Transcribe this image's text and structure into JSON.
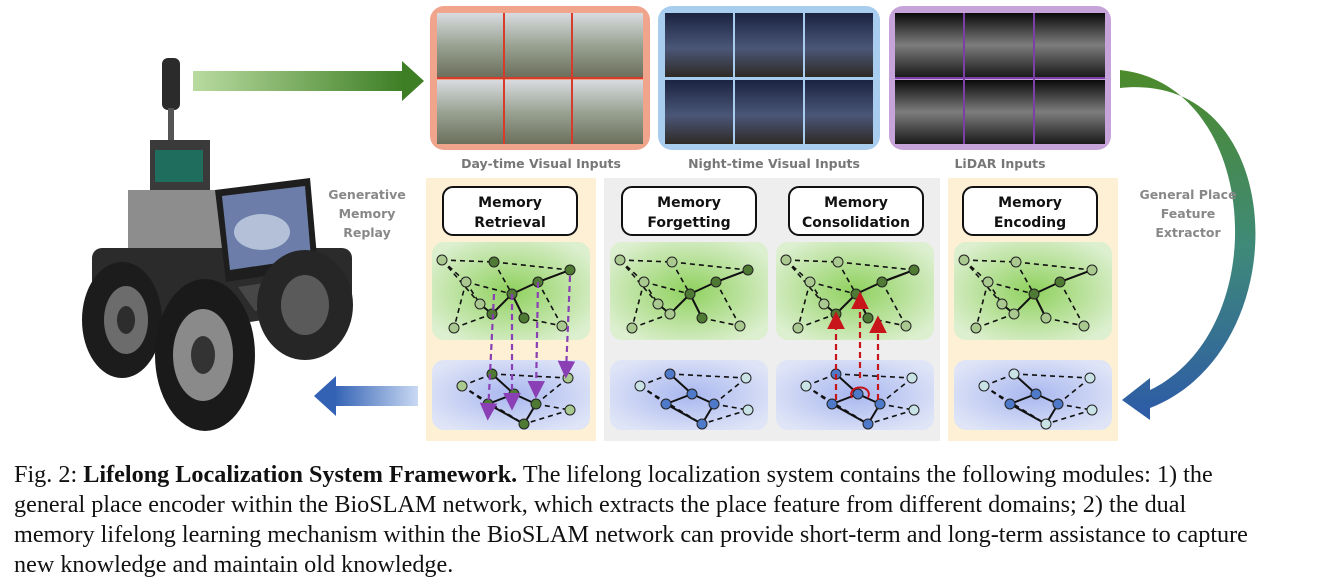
{
  "figure": {
    "panels": {
      "day_caption": "Day-time Visual Inputs",
      "night_caption": "Night-time Visual Inputs",
      "lidar_caption": "LiDAR Inputs"
    },
    "modules": {
      "retrieval": [
        "Memory",
        "Retrieval"
      ],
      "forgetting": [
        "Memory",
        "Forgetting"
      ],
      "consolidation": [
        "Memory",
        "Consolidation"
      ],
      "encoding": [
        "Memory",
        "Encoding"
      ]
    },
    "left_label": [
      "Generative",
      "Memory",
      "Replay"
    ],
    "right_label": [
      "General Place",
      "Feature",
      "Extractor"
    ],
    "colors": {
      "day_frame": "#f0a48c",
      "night_frame": "#a9cdee",
      "lidar_frame": "#c6a3d9",
      "retrieval_bg": "#fdf0d4",
      "forget_consol_bg": "#eeeeee",
      "green_panel": "#cfe8b8",
      "blue_panel": "#c9d3f1",
      "node_dark_green": "#4f7a33",
      "node_light_green": "#a9c990",
      "node_blue": "#4f79c9",
      "node_light_blue": "#c9e2e6",
      "purple_arrow": "#8a3fb5",
      "red_arrow": "#c8151b",
      "green_arrow": "#4c8a2a",
      "blue_arrow": "#3b67b5"
    }
  },
  "caption": {
    "prefix": "Fig. 2: ",
    "title": "Lifelong Localization System Framework.",
    "line1_rest": " The lifelong localization system contains the following modules: 1) the",
    "line2": "general place encoder within the BioSLAM network, which extracts the place feature from different domains; 2) the dual",
    "line3": "memory lifelong learning mechanism within the BioSLAM network can provide short-term and long-term assistance to capture",
    "line4": "new knowledge and maintain old knowledge."
  }
}
